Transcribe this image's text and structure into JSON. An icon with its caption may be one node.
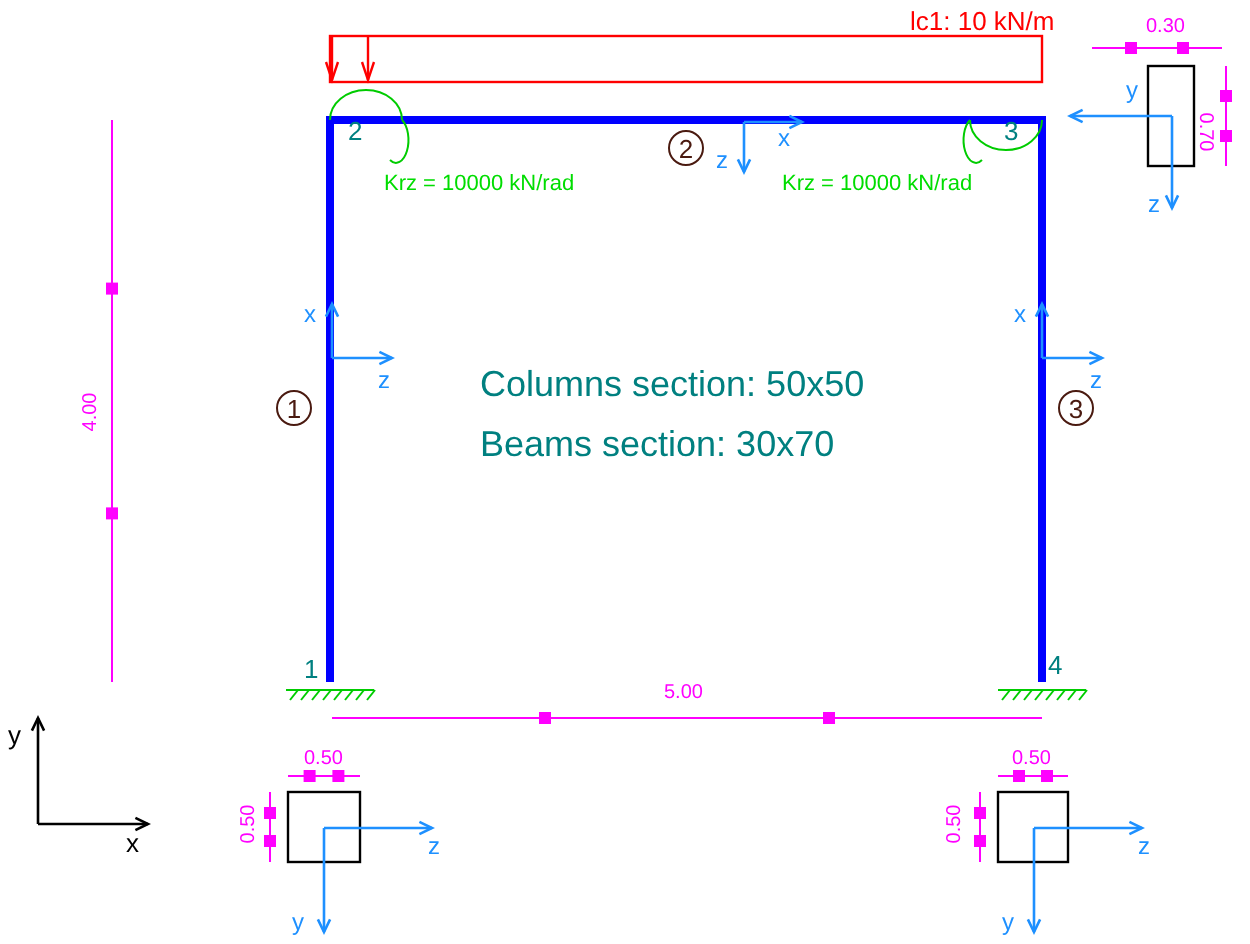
{
  "diagram": {
    "nodes": [
      {
        "text": [
          "1"
        ]
      },
      {
        "text": [
          "2"
        ]
      },
      {
        "text": [
          "3"
        ]
      }
    ],
    "labels": [
      "lc1: 10 kN/m",
      "0.30",
      "y",
      "2",
      "x",
      "3",
      "z",
      "0.70",
      "z",
      "Krz = 10000 kN/rad",
      "Krz = 10000 kN/rad",
      "4.00",
      "x",
      "x",
      "z",
      "z",
      "Columns section: 50x50",
      "Beams section: 30x70",
      "1",
      "4",
      "5.00",
      "y",
      "0.50",
      "0.50",
      "x",
      "0.50",
      "z",
      "0.50",
      "z",
      "y",
      "y"
    ]
  }
}
